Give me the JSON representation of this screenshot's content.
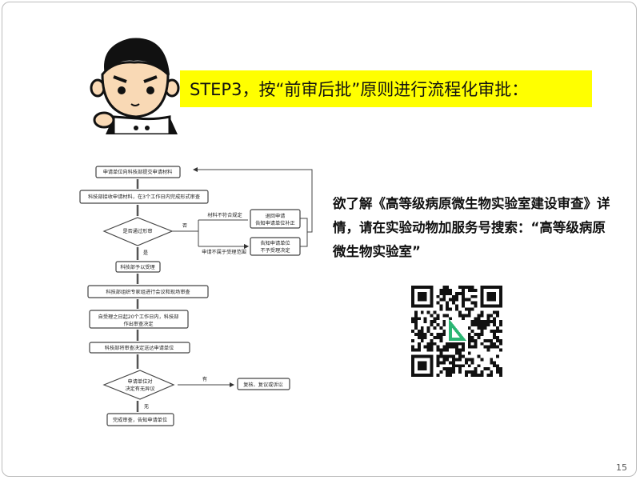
{
  "slide": {
    "title": "STEP3，按“前审后批”原则进行流程化审批：",
    "info_text": "欲了解《高等级病原微生物实验室建设审查》详情，请在实验动物加服务号搜索：“高等级病原微生物实验室”",
    "page_number": "15"
  },
  "flowchart": {
    "step1": "申请单位向科技部提交申请材料",
    "step2": "科技部接收申请材料，在3个工作日内完成形式审查",
    "decision1": "是否通过形审",
    "no_label": "否",
    "yes_label": "是",
    "branch_a_label": "材料不符合规定",
    "branch_a_box_line1": "退回申请",
    "branch_a_box_line2": "告知申请单位补正",
    "branch_b_label": "申请不属于受理范围",
    "branch_b_box_line1": "告知申请单位",
    "branch_b_box_line2": "不予受理决定",
    "step3": "科技部予以受理",
    "step4": "科技部组织专家组进行会议和现场审查",
    "step5_line1": "自受理之日起20个工作日内，科技部",
    "step5_line2": "作出审查决定",
    "step6": "科技部将审查决定送达申请单位",
    "decision2_line1": "申请单位对",
    "decision2_line2": "决定有无异议",
    "has_label": "有",
    "objection_box": "复核、复议或诉讼",
    "none_label": "无",
    "final": "完成审查，告知申请单位"
  },
  "colors": {
    "highlight": "#ffff00",
    "qr_logo": "#2bb673"
  }
}
